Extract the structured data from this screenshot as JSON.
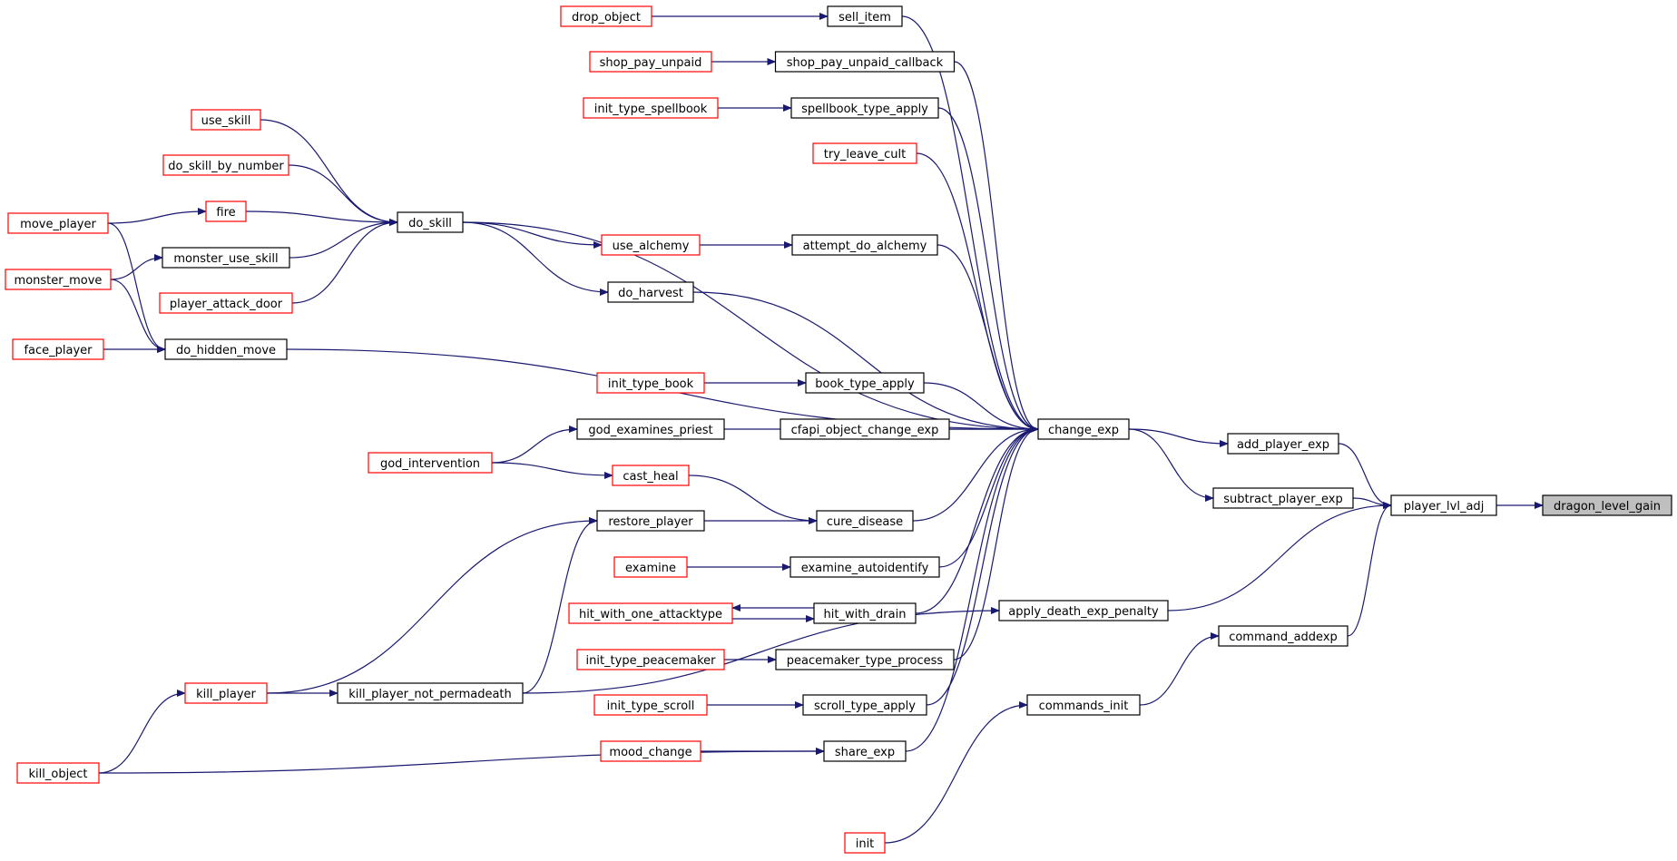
{
  "graph": {
    "root": "dragon_level_gain",
    "colors": {
      "edge": "#191970",
      "linked_border": "#000000",
      "truncated_border": "#ff0000",
      "root_fill": "#bfbfbf"
    },
    "nodes": [
      {
        "id": "drop_object",
        "label": "drop_object",
        "kind": "truncated"
      },
      {
        "id": "sell_item",
        "label": "sell_item",
        "kind": "normal"
      },
      {
        "id": "shop_pay_unpaid",
        "label": "shop_pay_unpaid",
        "kind": "truncated"
      },
      {
        "id": "shop_pay_unpaid_callback",
        "label": "shop_pay_unpaid_callback",
        "kind": "normal"
      },
      {
        "id": "init_type_spellbook",
        "label": "init_type_spellbook",
        "kind": "truncated"
      },
      {
        "id": "spellbook_type_apply",
        "label": "spellbook_type_apply",
        "kind": "normal"
      },
      {
        "id": "use_skill",
        "label": "use_skill",
        "kind": "truncated"
      },
      {
        "id": "try_leave_cult",
        "label": "try_leave_cult",
        "kind": "truncated"
      },
      {
        "id": "do_skill_by_number",
        "label": "do_skill_by_number",
        "kind": "truncated"
      },
      {
        "id": "fire",
        "label": "fire",
        "kind": "truncated"
      },
      {
        "id": "move_player",
        "label": "move_player",
        "kind": "truncated"
      },
      {
        "id": "do_skill",
        "label": "do_skill",
        "kind": "normal"
      },
      {
        "id": "use_alchemy",
        "label": "use_alchemy",
        "kind": "truncated"
      },
      {
        "id": "attempt_do_alchemy",
        "label": "attempt_do_alchemy",
        "kind": "normal"
      },
      {
        "id": "monster_use_skill",
        "label": "monster_use_skill",
        "kind": "normal"
      },
      {
        "id": "monster_move",
        "label": "monster_move",
        "kind": "truncated"
      },
      {
        "id": "do_harvest",
        "label": "do_harvest",
        "kind": "normal"
      },
      {
        "id": "player_attack_door",
        "label": "player_attack_door",
        "kind": "truncated"
      },
      {
        "id": "face_player",
        "label": "face_player",
        "kind": "truncated"
      },
      {
        "id": "do_hidden_move",
        "label": "do_hidden_move",
        "kind": "normal"
      },
      {
        "id": "init_type_book",
        "label": "init_type_book",
        "kind": "truncated"
      },
      {
        "id": "book_type_apply",
        "label": "book_type_apply",
        "kind": "normal"
      },
      {
        "id": "god_examines_priest",
        "label": "god_examines_priest",
        "kind": "normal"
      },
      {
        "id": "cfapi_object_change_exp",
        "label": "cfapi_object_change_exp",
        "kind": "normal"
      },
      {
        "id": "change_exp",
        "label": "change_exp",
        "kind": "normal"
      },
      {
        "id": "add_player_exp",
        "label": "add_player_exp",
        "kind": "normal"
      },
      {
        "id": "god_intervention",
        "label": "god_intervention",
        "kind": "truncated"
      },
      {
        "id": "cast_heal",
        "label": "cast_heal",
        "kind": "truncated"
      },
      {
        "id": "subtract_player_exp",
        "label": "subtract_player_exp",
        "kind": "normal"
      },
      {
        "id": "player_lvl_adj",
        "label": "player_lvl_adj",
        "kind": "normal"
      },
      {
        "id": "dragon_level_gain",
        "label": "dragon_level_gain",
        "kind": "root"
      },
      {
        "id": "restore_player",
        "label": "restore_player",
        "kind": "normal"
      },
      {
        "id": "cure_disease",
        "label": "cure_disease",
        "kind": "normal"
      },
      {
        "id": "examine",
        "label": "examine",
        "kind": "truncated"
      },
      {
        "id": "examine_autoidentify",
        "label": "examine_autoidentify",
        "kind": "normal"
      },
      {
        "id": "hit_with_one_attacktype",
        "label": "hit_with_one_attacktype",
        "kind": "truncated"
      },
      {
        "id": "hit_with_drain",
        "label": "hit_with_drain",
        "kind": "normal"
      },
      {
        "id": "apply_death_exp_penalty",
        "label": "apply_death_exp_penalty",
        "kind": "normal"
      },
      {
        "id": "command_addexp",
        "label": "command_addexp",
        "kind": "normal"
      },
      {
        "id": "init_type_peacemaker",
        "label": "init_type_peacemaker",
        "kind": "truncated"
      },
      {
        "id": "peacemaker_type_process",
        "label": "peacemaker_type_process",
        "kind": "normal"
      },
      {
        "id": "kill_player",
        "label": "kill_player",
        "kind": "truncated"
      },
      {
        "id": "kill_player_not_permadeath",
        "label": "kill_player_not_permadeath",
        "kind": "normal"
      },
      {
        "id": "init_type_scroll",
        "label": "init_type_scroll",
        "kind": "truncated"
      },
      {
        "id": "scroll_type_apply",
        "label": "scroll_type_apply",
        "kind": "normal"
      },
      {
        "id": "commands_init",
        "label": "commands_init",
        "kind": "normal"
      },
      {
        "id": "mood_change",
        "label": "mood_change",
        "kind": "truncated"
      },
      {
        "id": "share_exp",
        "label": "share_exp",
        "kind": "normal"
      },
      {
        "id": "kill_object",
        "label": "kill_object",
        "kind": "truncated"
      },
      {
        "id": "init",
        "label": "init",
        "kind": "truncated"
      }
    ],
    "edges": [
      {
        "from": "drop_object",
        "to": "sell_item"
      },
      {
        "from": "shop_pay_unpaid",
        "to": "shop_pay_unpaid_callback"
      },
      {
        "from": "init_type_spellbook",
        "to": "spellbook_type_apply"
      },
      {
        "from": "use_skill",
        "to": "do_skill"
      },
      {
        "from": "do_skill_by_number",
        "to": "do_skill"
      },
      {
        "from": "fire",
        "to": "do_skill"
      },
      {
        "from": "move_player",
        "to": "fire"
      },
      {
        "from": "move_player",
        "to": "do_hidden_move"
      },
      {
        "from": "monster_use_skill",
        "to": "do_skill"
      },
      {
        "from": "player_attack_door",
        "to": "do_skill"
      },
      {
        "from": "monster_move",
        "to": "monster_use_skill"
      },
      {
        "from": "monster_move",
        "to": "do_hidden_move"
      },
      {
        "from": "face_player",
        "to": "do_hidden_move"
      },
      {
        "from": "do_skill",
        "to": "use_alchemy"
      },
      {
        "from": "do_skill",
        "to": "do_harvest"
      },
      {
        "from": "use_alchemy",
        "to": "attempt_do_alchemy"
      },
      {
        "from": "init_type_book",
        "to": "book_type_apply"
      },
      {
        "from": "god_intervention",
        "to": "god_examines_priest"
      },
      {
        "from": "god_intervention",
        "to": "cast_heal"
      },
      {
        "from": "cast_heal",
        "to": "cure_disease"
      },
      {
        "from": "restore_player",
        "to": "cure_disease"
      },
      {
        "from": "examine",
        "to": "examine_autoidentify"
      },
      {
        "from": "hit_with_drain",
        "to": "hit_with_one_attacktype"
      },
      {
        "from": "hit_with_one_attacktype",
        "to": "hit_with_drain"
      },
      {
        "from": "init_type_peacemaker",
        "to": "peacemaker_type_process"
      },
      {
        "from": "init_type_scroll",
        "to": "scroll_type_apply"
      },
      {
        "from": "mood_change",
        "to": "share_exp"
      },
      {
        "from": "kill_object",
        "to": "share_exp"
      },
      {
        "from": "kill_object",
        "to": "kill_player"
      },
      {
        "from": "kill_player",
        "to": "restore_player"
      },
      {
        "from": "kill_player",
        "to": "kill_player_not_permadeath"
      },
      {
        "from": "kill_player_not_permadeath",
        "to": "restore_player"
      },
      {
        "from": "kill_player_not_permadeath",
        "to": "apply_death_exp_penalty"
      },
      {
        "from": "sell_item",
        "to": "change_exp"
      },
      {
        "from": "shop_pay_unpaid_callback",
        "to": "change_exp"
      },
      {
        "from": "spellbook_type_apply",
        "to": "change_exp"
      },
      {
        "from": "try_leave_cult",
        "to": "change_exp"
      },
      {
        "from": "do_skill",
        "to": "change_exp"
      },
      {
        "from": "attempt_do_alchemy",
        "to": "change_exp"
      },
      {
        "from": "do_harvest",
        "to": "change_exp"
      },
      {
        "from": "do_hidden_move",
        "to": "change_exp"
      },
      {
        "from": "book_type_apply",
        "to": "change_exp"
      },
      {
        "from": "cfapi_object_change_exp",
        "to": "change_exp"
      },
      {
        "from": "god_examines_priest",
        "to": "change_exp"
      },
      {
        "from": "cure_disease",
        "to": "change_exp"
      },
      {
        "from": "examine_autoidentify",
        "to": "change_exp"
      },
      {
        "from": "hit_with_drain",
        "to": "change_exp"
      },
      {
        "from": "peacemaker_type_process",
        "to": "change_exp"
      },
      {
        "from": "scroll_type_apply",
        "to": "change_exp"
      },
      {
        "from": "share_exp",
        "to": "change_exp"
      },
      {
        "from": "change_exp",
        "to": "add_player_exp"
      },
      {
        "from": "change_exp",
        "to": "subtract_player_exp"
      },
      {
        "from": "add_player_exp",
        "to": "player_lvl_adj"
      },
      {
        "from": "subtract_player_exp",
        "to": "player_lvl_adj"
      },
      {
        "from": "apply_death_exp_penalty",
        "to": "player_lvl_adj"
      },
      {
        "from": "command_addexp",
        "to": "player_lvl_adj"
      },
      {
        "from": "commands_init",
        "to": "command_addexp"
      },
      {
        "from": "init",
        "to": "commands_init"
      },
      {
        "from": "player_lvl_adj",
        "to": "dragon_level_gain"
      }
    ]
  }
}
